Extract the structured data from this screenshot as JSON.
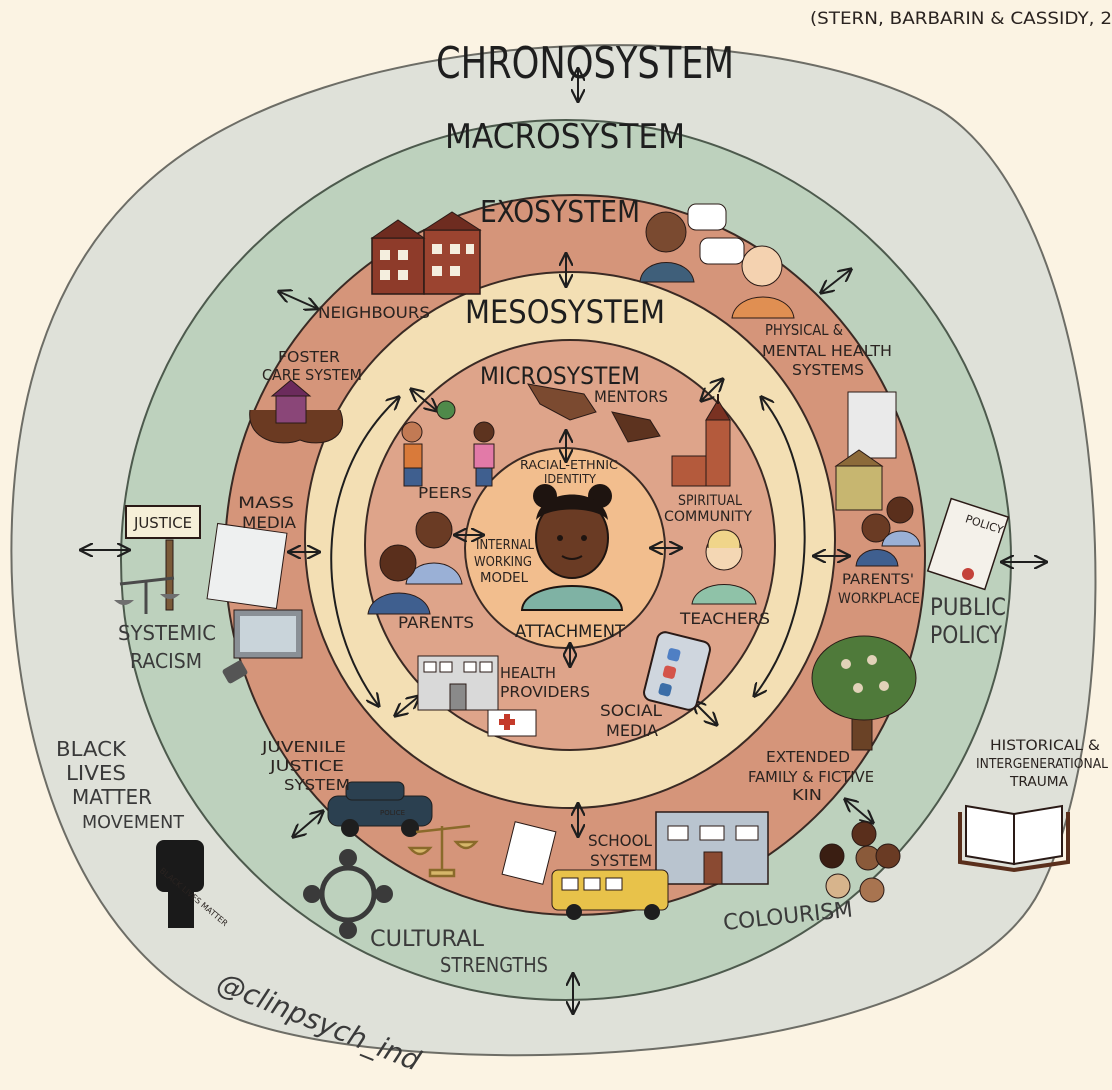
{
  "citation": "(STERN, BARBARIN & CASSIDY, 2",
  "handle": "@clinpsych_ind",
  "rings": {
    "chronosystem": "CHRONOSYSTEM",
    "macrosystem": "MACROSYSTEM",
    "exosystem": "EXOSYSTEM",
    "mesosystem": "MESOSYSTEM",
    "microsystem": "MICROSYSTEM",
    "attachment": "ATTACHMENT"
  },
  "center": {
    "racial_ethnic_identity": [
      "RACIAL-ETHNIC",
      "IDENTITY"
    ],
    "internal_working_model": [
      "INTERNAL",
      "WORKING",
      "MODEL"
    ]
  },
  "microsystem": {
    "mentors": "MENTORS",
    "peers": "PEERS",
    "spiritual_community": [
      "SPIRITUAL",
      "COMMUNITY"
    ],
    "parents": "PARENTS",
    "teachers": "TEACHERS",
    "health_providers": [
      "HEALTH",
      "PROVIDERS"
    ],
    "social_media": [
      "SOCIAL",
      "MEDIA"
    ]
  },
  "exosystem": {
    "neighbours": "NEIGHBOURS",
    "foster_care": [
      "FOSTER",
      "CARE SYSTEM"
    ],
    "physical_mental": [
      "PHYSICAL &",
      "MENTAL HEALTH",
      "SYSTEMS"
    ],
    "mass_media": [
      "MASS",
      "MEDIA"
    ],
    "parents_workplace": [
      "PARENTS'",
      "WORKPLACE"
    ],
    "juvenile_justice": [
      "JUVENILE",
      "JUSTICE",
      "SYSTEM"
    ],
    "school_system": [
      "SCHOOL",
      "SYSTEM"
    ],
    "extended_family": [
      "EXTENDED",
      "FAMILY & FICTIVE",
      "KIN"
    ]
  },
  "macrosystem": {
    "systemic_racism": [
      "SYSTEMIC",
      "RACISM"
    ],
    "public_policy": [
      "PUBLIC",
      "POLICY"
    ],
    "cultural_strengths": [
      "CULTURAL",
      "STRENGTHS"
    ],
    "colourism": "COLOURISM"
  },
  "chronosystem": {
    "blm": [
      "BLACK",
      "LIVES",
      "MATTER",
      "MOVEMENT"
    ],
    "historical_trauma": [
      "HISTORICAL &",
      "INTERGENERATIONAL",
      "TRAUMA"
    ]
  },
  "props": {
    "justice_sign": "JUSTICE",
    "policy_doc": "POLICY",
    "police_car": "POLICE",
    "blm_badge": "BLACK LIVES MATTER"
  },
  "colors": {
    "background": "#fbf3e3",
    "chronosystem": "#dfe1d9",
    "macrosystem": "#bdd1bd",
    "exosystem": "#d5957a",
    "mesosystem": "#f3dfb4",
    "microsystem": "#dea48a",
    "attachment": "#f2be8e",
    "ink": "#1e1e1e"
  }
}
